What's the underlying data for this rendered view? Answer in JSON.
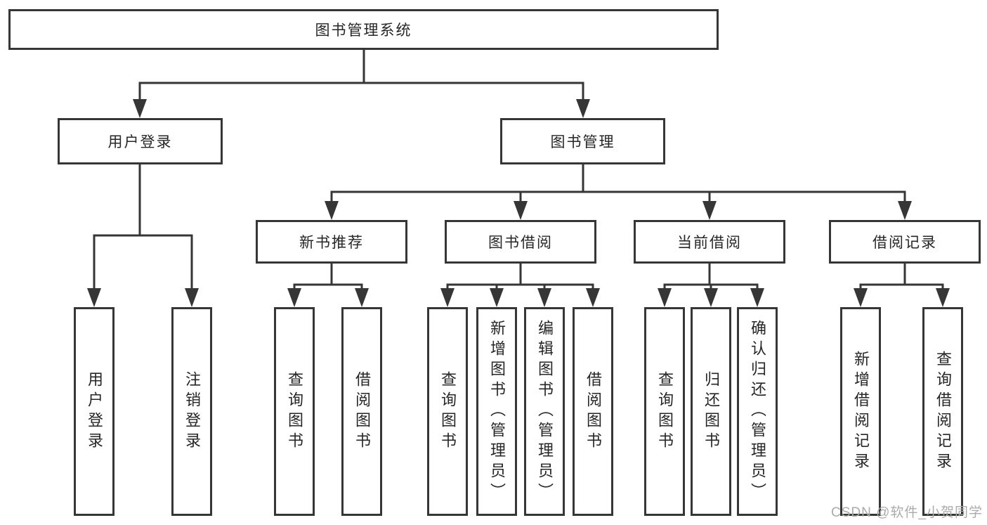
{
  "tree": {
    "root": {
      "label": "图书管理系统",
      "children": [
        {
          "label": "用户登录",
          "children": [
            {
              "label": "用户登录"
            },
            {
              "label": "注销登录"
            }
          ]
        },
        {
          "label": "图书管理",
          "children": [
            {
              "label": "新书推荐",
              "children": [
                {
                  "label": "查询图书"
                },
                {
                  "label": "借阅图书"
                }
              ]
            },
            {
              "label": "图书借阅",
              "children": [
                {
                  "label": "查询图书"
                },
                {
                  "label": "新增图书（管理员）"
                },
                {
                  "label": "编辑图书（管理员）"
                },
                {
                  "label": "借阅图书"
                }
              ]
            },
            {
              "label": "当前借阅",
              "children": [
                {
                  "label": "查询图书"
                },
                {
                  "label": "归还图书"
                },
                {
                  "label": "确认归还（管理员）"
                }
              ]
            },
            {
              "label": "借阅记录",
              "children": [
                {
                  "label": "新增借阅记录"
                },
                {
                  "label": "查询借阅记录"
                }
              ]
            }
          ]
        }
      ]
    }
  },
  "watermark": "CSDN @软件_小贺同学",
  "colors": {
    "line": "#363636",
    "text": "#262626",
    "background": "#ffffff",
    "watermark": "#ababab"
  }
}
